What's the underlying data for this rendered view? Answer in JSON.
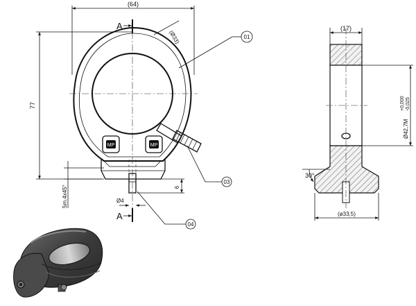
{
  "front_view": {
    "dim_width": "(64)",
    "dim_height": "77",
    "dim_outer_dia": "(Ø33)",
    "dim_chamfer": "5m.4x45°",
    "dim_slot_dia": "Ø4",
    "dim_slot_depth": "6",
    "section_label_top": "A",
    "section_label_bottom": "A",
    "marking_left": "MP",
    "marking_right": "MP"
  },
  "callouts": {
    "c01": "01",
    "c03": "03",
    "c04": "04"
  },
  "section_view": {
    "dim_width": "(17)",
    "dim_bore": "Ø42,7M",
    "tol_upper": "+0,000",
    "tol_lower": "-0,025",
    "dim_angle": "30°",
    "dim_base": "(ø33,5)"
  },
  "iso_view": {
    "body_color": "#3f3f3f",
    "highlight_color": "#8a8a8a"
  }
}
